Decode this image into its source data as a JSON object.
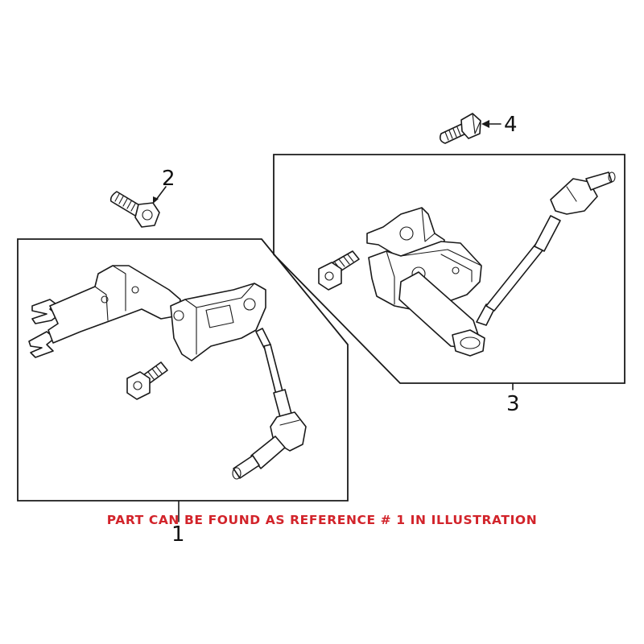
{
  "diagram": {
    "callouts": [
      {
        "id": "1",
        "label": "1"
      },
      {
        "id": "2",
        "label": "2"
      },
      {
        "id": "3",
        "label": "3"
      },
      {
        "id": "4",
        "label": "4"
      }
    ]
  },
  "note": {
    "text": "PART CAN BE FOUND AS REFERENCE # 1 IN ILLUSTRATION",
    "color": "#d2232a"
  }
}
